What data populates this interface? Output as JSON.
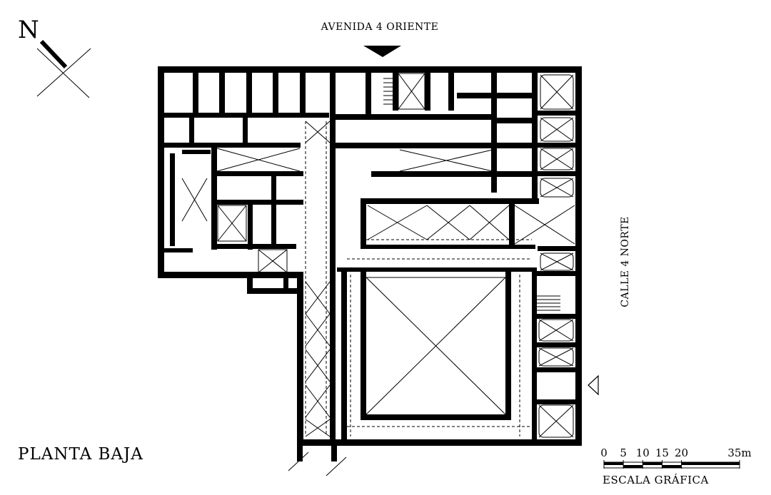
{
  "labels": {
    "north": "N",
    "street_top": "AVENIDA 4 ORIENTE",
    "street_right": "CALLE 4 NORTE",
    "plan_title": "PLANTA BAJA",
    "scale_title": "ESCALA GRÁFICA"
  },
  "scale": {
    "ticks": [
      "0",
      "5",
      "10",
      "15",
      "20",
      "35m"
    ],
    "tick_values": [
      0,
      5,
      10,
      15,
      20,
      35
    ],
    "max": 35
  },
  "colors": {
    "ink": "#000000",
    "paper": "#ffffff"
  },
  "icons": [
    "north-arrow-icon",
    "entrance-arrow-icon",
    "entrance-arrow-outline-icon"
  ]
}
